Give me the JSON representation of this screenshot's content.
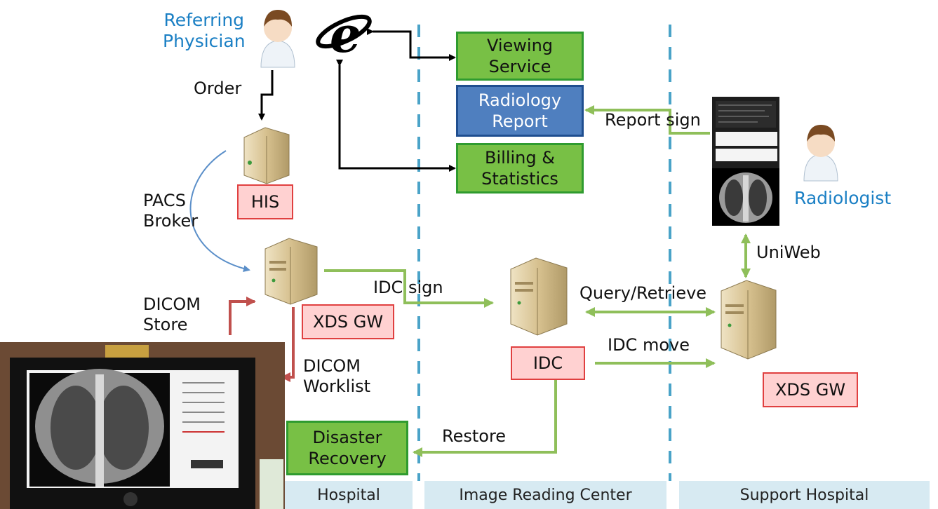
{
  "actors": {
    "referring_physician": "Referring\nPhysician",
    "radiologist": "Radiologist"
  },
  "boxes": {
    "viewing_service": "Viewing\nService",
    "radiology_report": "Radiology\nReport",
    "billing_statistics": "Billing &\nStatistics",
    "his": "HIS",
    "xds_gw_left": "XDS GW",
    "idc": "IDC",
    "xds_gw_right": "XDS GW",
    "disaster_recovery": "Disaster\nRecovery"
  },
  "edges": {
    "order": "Order",
    "pacs_broker": "PACS\nBroker",
    "dicom_store": "DICOM\nStore",
    "dicom_worklist": "DICOM\nWorklist",
    "idc_sign": "IDC sign",
    "query_retrieve": "Query/Retrieve",
    "idc_move": "IDC move",
    "report_sign": "Report sign",
    "uniweb": "UniWeb",
    "restore": "Restore"
  },
  "zones": {
    "hospital": "Hospital",
    "image_reading_center": "Image Reading Center",
    "support_hospital": "Support Hospital"
  },
  "colors": {
    "green_fill": "#78c045",
    "blue_fill": "#4f7fbf",
    "pink_fill": "#ffd1d1",
    "arrow_green": "#8fbf5a",
    "arrow_red": "#c0504d",
    "divider": "#4aa3c8",
    "zone_bg": "#d7eaf2"
  },
  "icons": {
    "browser": "internet-explorer-icon",
    "server": "server-tower-icon",
    "person": "doctor-avatar-icon"
  }
}
